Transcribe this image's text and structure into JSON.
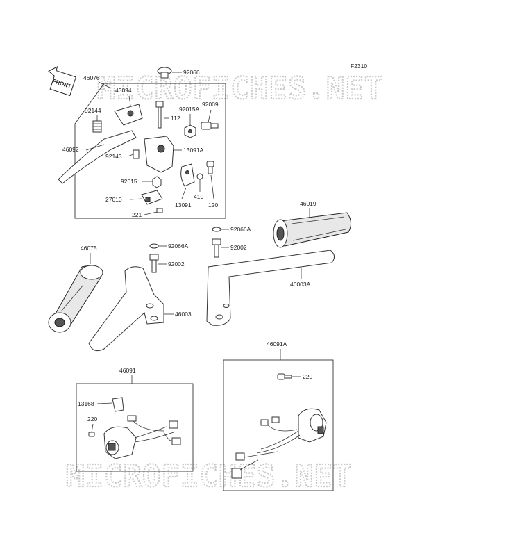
{
  "diagram": {
    "figure_code": "F2310",
    "front_label": "FRONT",
    "watermark_text": "MICROFICHES.NET",
    "callouts": {
      "c92066": "92066",
      "c46076": "46076",
      "c43094": "43094",
      "c92144": "92144",
      "c92015A": "92015A",
      "c92009": "92009",
      "c112": "112",
      "c46092": "46092",
      "c13091A": "13091A",
      "c92143": "92143",
      "c92015": "92015",
      "c410": "410",
      "c27010": "27010",
      "c13091": "13091",
      "c120": "120",
      "c221": "221",
      "c46019": "46019",
      "c92066A_right": "92066A",
      "c92002_right": "92002",
      "c46075": "46075",
      "c92066A_left": "92066A",
      "c92002_left": "92002",
      "c46003A": "46003A",
      "c46003": "46003",
      "c46091A": "46091A",
      "c220_right": "220",
      "c46091": "46091",
      "c13168": "13168",
      "c220_left": "220"
    }
  }
}
